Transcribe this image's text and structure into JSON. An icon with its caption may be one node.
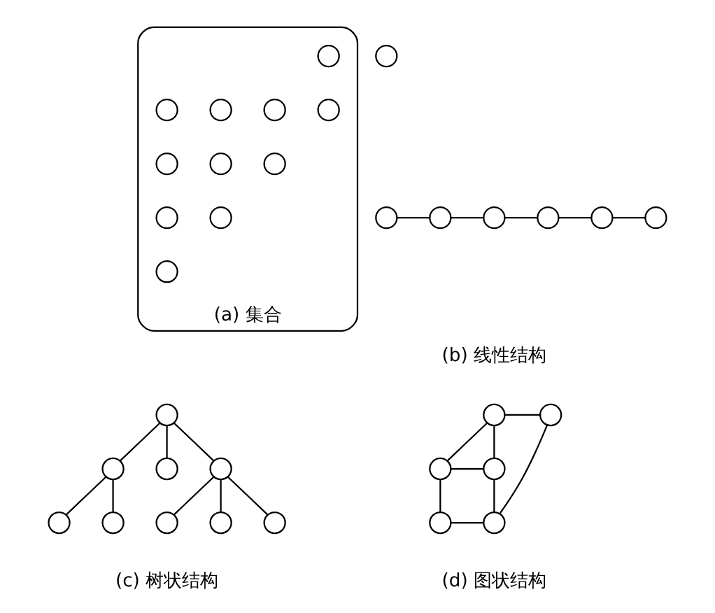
{
  "diagram": {
    "nodes": [
      {
        "text": [
          "(a) 集合"
        ]
      },
      {
        "text": [],
        "shape": "circle",
        "in": 0
      },
      {
        "text": [],
        "shape": "circle",
        "in": 0
      },
      {
        "text": [],
        "shape": "circle",
        "in": 0
      },
      {
        "text": [],
        "shape": "circle",
        "in": 0
      },
      {
        "text": [],
        "shape": "circle",
        "in": 0
      },
      {
        "text": [],
        "shape": "circle",
        "in": 0
      },
      {
        "text": [],
        "shape": "circle",
        "in": 0
      },
      {
        "text": [],
        "shape": "circle",
        "in": 0
      },
      {
        "text": [],
        "shape": "circle",
        "in": 0
      },
      {
        "text": [],
        "shape": "circle",
        "in": 0
      },
      {
        "text": [],
        "shape": "circle",
        "in": 0
      },
      {
        "text": [],
        "shape": "circle"
      },
      {
        "text": [],
        "shape": "circle"
      },
      {
        "text": [],
        "shape": "circle"
      },
      {
        "text": [],
        "shape": "circle"
      },
      {
        "text": [],
        "shape": "circle"
      },
      {
        "text": [],
        "shape": "circle"
      },
      {
        "text": [],
        "shape": "circle"
      },
      {
        "text": [],
        "shape": "circle"
      },
      {
        "text": [],
        "shape": "circle"
      },
      {
        "text": [],
        "shape": "circle"
      },
      {
        "text": [],
        "shape": "circle"
      },
      {
        "text": [],
        "shape": "circle"
      },
      {
        "text": [],
        "shape": "circle"
      },
      {
        "text": [],
        "shape": "circle"
      },
      {
        "text": [],
        "shape": "circle"
      },
      {
        "text": [],
        "shape": "circle"
      },
      {
        "text": [],
        "shape": "circle"
      },
      {
        "text": [],
        "shape": "circle"
      },
      {
        "text": [],
        "shape": "circle"
      },
      {
        "text": [],
        "shape": "circle"
      },
      {
        "text": [],
        "shape": "circle"
      },
      {
        "text": [],
        "shape": "circle"
      }
    ],
    "edges": [
      {
        "from": 12,
        "to": 13,
        "arrow": "none"
      },
      {
        "from": 13,
        "to": 14,
        "arrow": "none"
      },
      {
        "from": 14,
        "to": 15,
        "arrow": "none"
      },
      {
        "from": 15,
        "to": 16,
        "arrow": "none"
      },
      {
        "from": 16,
        "to": 17,
        "arrow": "none"
      },
      {
        "from": 18,
        "to": 19,
        "arrow": "none"
      },
      {
        "from": 18,
        "to": 20,
        "arrow": "none"
      },
      {
        "from": 18,
        "to": 21,
        "arrow": "none"
      },
      {
        "from": 19,
        "to": 22,
        "arrow": "none"
      },
      {
        "from": 19,
        "to": 23,
        "arrow": "none"
      },
      {
        "from": 21,
        "to": 24,
        "arrow": "none"
      },
      {
        "from": 21,
        "to": 25,
        "arrow": "none"
      },
      {
        "from": 21,
        "to": 26,
        "arrow": "none"
      },
      {
        "from": 27,
        "to": 28,
        "arrow": "none"
      },
      {
        "from": 27,
        "to": 29,
        "arrow": "none"
      },
      {
        "from": 27,
        "to": 30,
        "arrow": "none"
      },
      {
        "from": 29,
        "to": 30,
        "arrow": "none"
      },
      {
        "from": 29,
        "to": 31,
        "arrow": "none"
      },
      {
        "from": 30,
        "to": 32,
        "arrow": "none"
      },
      {
        "from": 28,
        "to": 32,
        "arrow": "none"
      },
      {
        "from": 31,
        "to": 32,
        "arrow": "none"
      }
    ],
    "labels": [
      "(b) 线性结构",
      "(c) 树状结构",
      "(d) 图状结构"
    ]
  }
}
